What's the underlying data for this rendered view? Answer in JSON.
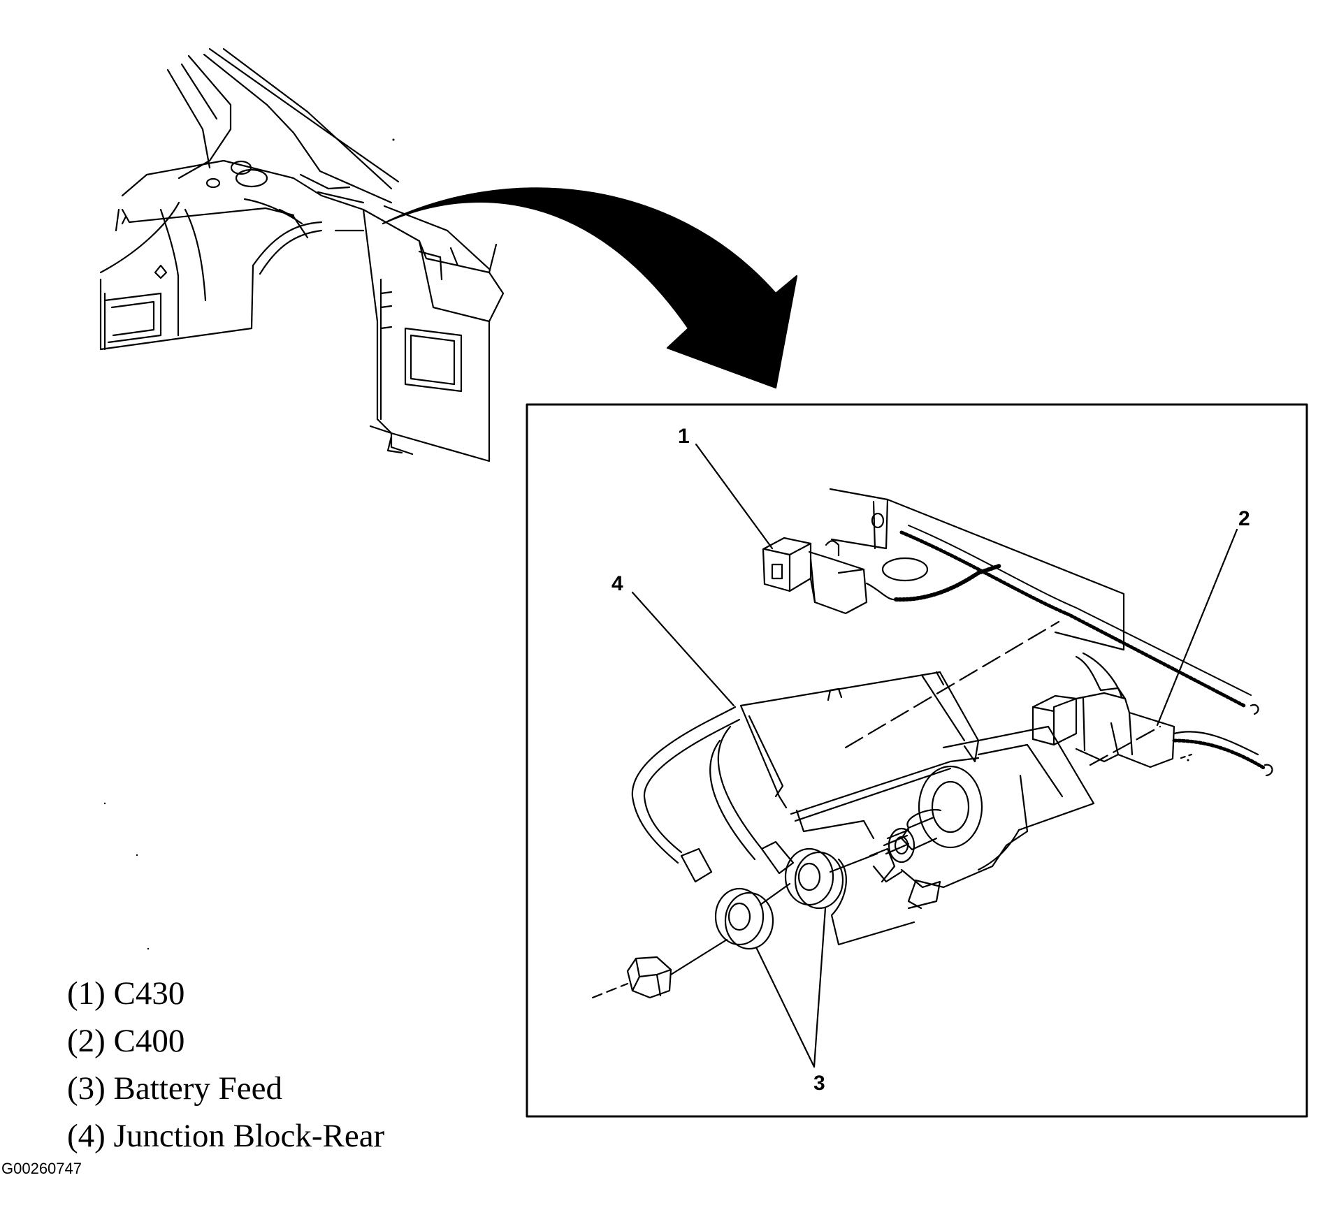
{
  "callouts": [
    {
      "number": "1"
    },
    {
      "number": "2"
    },
    {
      "number": "3"
    },
    {
      "number": "4"
    }
  ],
  "legend": [
    {
      "text": "(1) C430"
    },
    {
      "text": "(2) C400"
    },
    {
      "text": "(3) Battery Feed"
    },
    {
      "text": "(4) Junction Block-Rear"
    }
  ],
  "figure_id": "G00260747"
}
